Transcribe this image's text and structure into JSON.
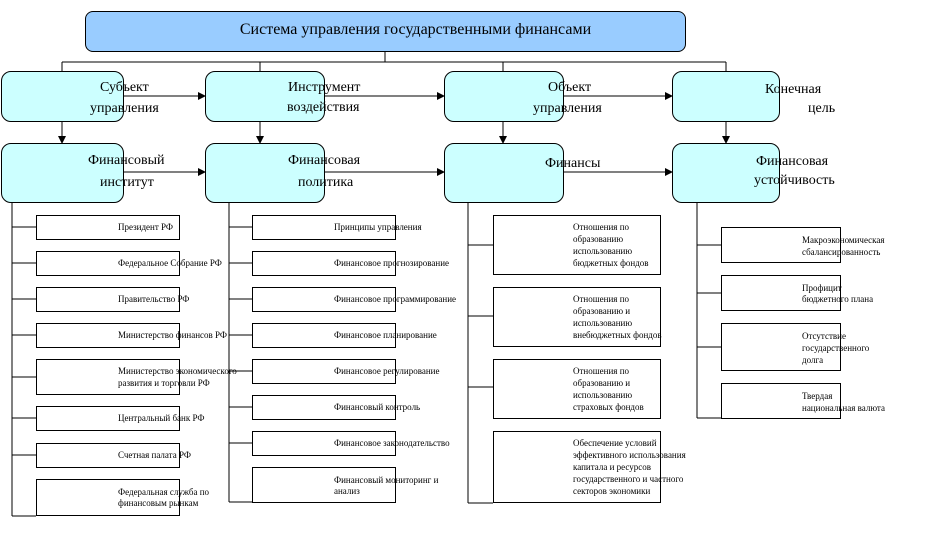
{
  "title": "Система управления государственными финансами",
  "headers_row1": [
    {
      "line1": "Субъект",
      "line2": "управления"
    },
    {
      "line1": "Инструмент",
      "line2": "воздействия"
    },
    {
      "line1": "Объект",
      "line2": "управления"
    },
    {
      "line1": "Конечная",
      "line2": "цель"
    }
  ],
  "headers_row2": [
    {
      "line1": "Финансовый",
      "line2": "институт"
    },
    {
      "line1": "Финансовая",
      "line2": "политика"
    },
    {
      "line1": "Финансы",
      "line2": ""
    },
    {
      "line1": "Финансовая",
      "line2": "устойчивость"
    }
  ],
  "col1_items": [
    [
      "Президент РФ"
    ],
    [
      "Федеральное Собрание РФ"
    ],
    [
      "Правительство РФ"
    ],
    [
      "Министерство финансов РФ"
    ],
    [
      "Министерство экономического",
      "развития и торговли РФ"
    ],
    [
      "Центральный банк РФ"
    ],
    [
      "Счетная палата РФ"
    ],
    [
      "Федеральная служба по",
      "финансовым рынкам"
    ]
  ],
  "col2_items": [
    [
      "Принципы управления"
    ],
    [
      "Финансовое прогнозирование"
    ],
    [
      "Финансовое программирование"
    ],
    [
      "Финансовое планирование"
    ],
    [
      "Финансовое регулирование"
    ],
    [
      "Финансовый контроль"
    ],
    [
      "Финансовое законодательство"
    ],
    [
      "Финансовый мониторинг и",
      "анализ"
    ]
  ],
  "col3_items": [
    [
      "Отношения по",
      "образованию",
      "использованию",
      "бюджетных фондов"
    ],
    [
      "Отношения по",
      "образованию и",
      "использованию",
      "внебюджетных фондов"
    ],
    [
      "Отношения по",
      "образованию и",
      "использованию",
      "страховых фондов"
    ],
    [
      "Обеспечение условий",
      "эффективного использования",
      "капитала и ресурсов",
      "государственного и частного",
      "секторов экономики"
    ]
  ],
  "col4_items": [
    [
      "Макроэкономическая",
      "сбалансированность"
    ],
    [
      "Профицит",
      "бюджетного плана"
    ],
    [
      "Отсутствие",
      "государственного",
      "долга"
    ],
    [
      "Твердая",
      "национальная валюта"
    ]
  ]
}
